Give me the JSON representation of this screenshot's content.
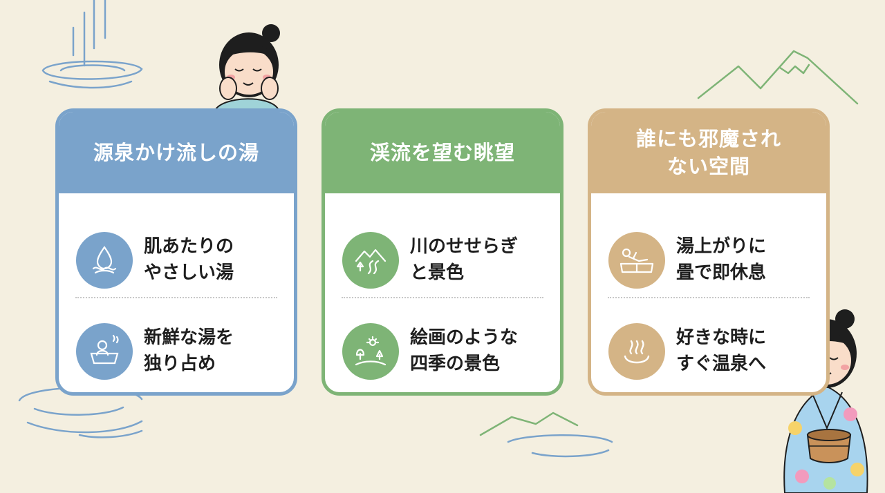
{
  "cards": [
    {
      "title_lines": [
        "源泉かけ流しの湯"
      ],
      "items": [
        {
          "icon": "water-drop-icon",
          "lines": [
            "肌あたりの",
            "やさしい湯"
          ]
        },
        {
          "icon": "person-in-bath-icon",
          "lines": [
            "新鮮な湯を",
            "独り占め"
          ]
        }
      ]
    },
    {
      "title_lines": [
        "渓流を望む眺望"
      ],
      "items": [
        {
          "icon": "mountain-stream-icon",
          "lines": [
            "川のせせらぎ",
            "と景色"
          ]
        },
        {
          "icon": "seasonal-landscape-icon",
          "lines": [
            "絵画のような",
            "四季の景色"
          ]
        }
      ]
    },
    {
      "title_lines": [
        "誰にも邪魔され",
        "ない空間"
      ],
      "items": [
        {
          "icon": "person-resting-tatami-icon",
          "lines": [
            "湯上がりに",
            "畳で即休息"
          ]
        },
        {
          "icon": "hot-spring-icon",
          "lines": [
            "好きな時に",
            "すぐ温泉へ"
          ]
        }
      ]
    }
  ],
  "colors": {
    "background": "#f4efe0",
    "card_blue": "#7aa3cb",
    "card_green": "#7eb476",
    "card_tan": "#d4b486",
    "text": "#1e1e1e"
  }
}
